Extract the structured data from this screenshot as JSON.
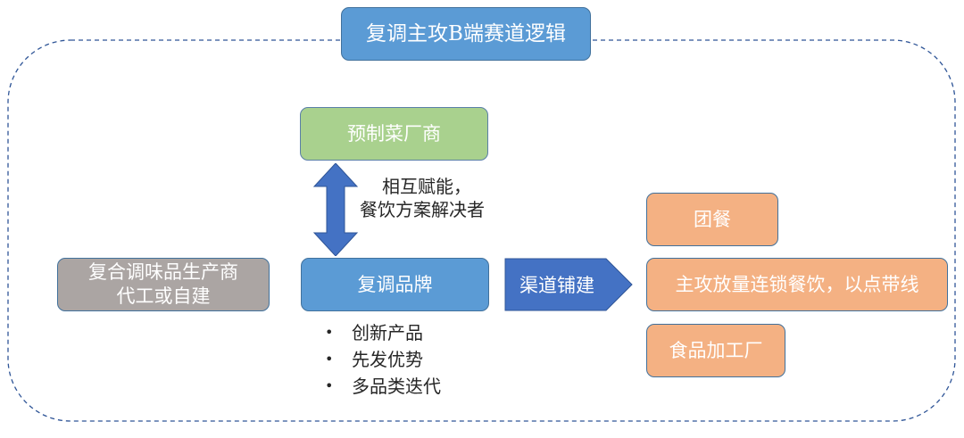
{
  "title": "复调主攻B端赛道逻辑",
  "nodes": {
    "prepared_food_maker": "预制菜厂商",
    "relation_note_line1": "相互赋能，",
    "relation_note_line2": "餐饮方案解决者",
    "compound_seasoning_maker_line1": "复合调味品生产商",
    "compound_seasoning_maker_line2": "代工或自建",
    "compound_seasoning_brand": "复调品牌",
    "channel_arrow": "渠道铺建"
  },
  "brand_advantages": [
    "创新产品",
    "先发优势",
    "多品类迭代"
  ],
  "channels": [
    "团餐",
    "主攻放量连锁餐饮，以点带线",
    "食品加工厂"
  ],
  "colors": {
    "title_fill": "#5b9bd5",
    "brand_fill": "#5b9bd5",
    "prepared_food_fill": "#a9d18e",
    "manufacturer_fill": "#aba5a3",
    "channel_fill": "#f4b183",
    "arrow_fill": "#4472c4",
    "frame_stroke": "#2f5597"
  }
}
